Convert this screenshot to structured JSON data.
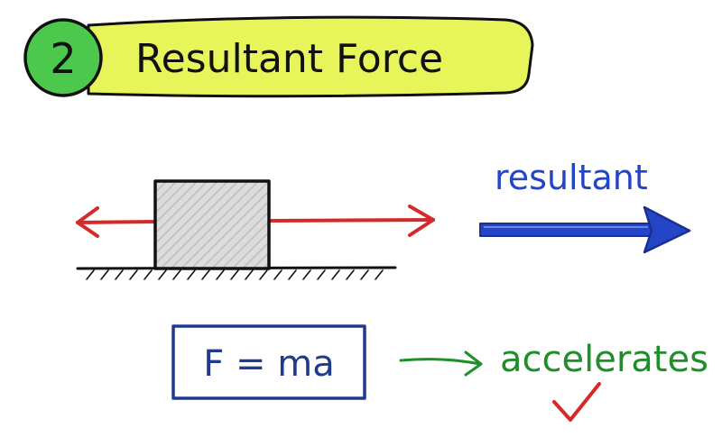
{
  "header": {
    "step_number": "2",
    "title": "Resultant Force"
  },
  "labels": {
    "resultant": "resultant",
    "formula": "F = ma",
    "outcome": "accelerates"
  },
  "colors": {
    "banner": "#e8f55a",
    "badge": "#4cc94c",
    "ink": "#111111",
    "force": "#d42a2a",
    "resultant": "#2346c9",
    "formula_box": "#1f3a8f",
    "outcome": "#1f8f2a",
    "check": "#d42a2a",
    "block_fill": "#d9d9d9"
  }
}
